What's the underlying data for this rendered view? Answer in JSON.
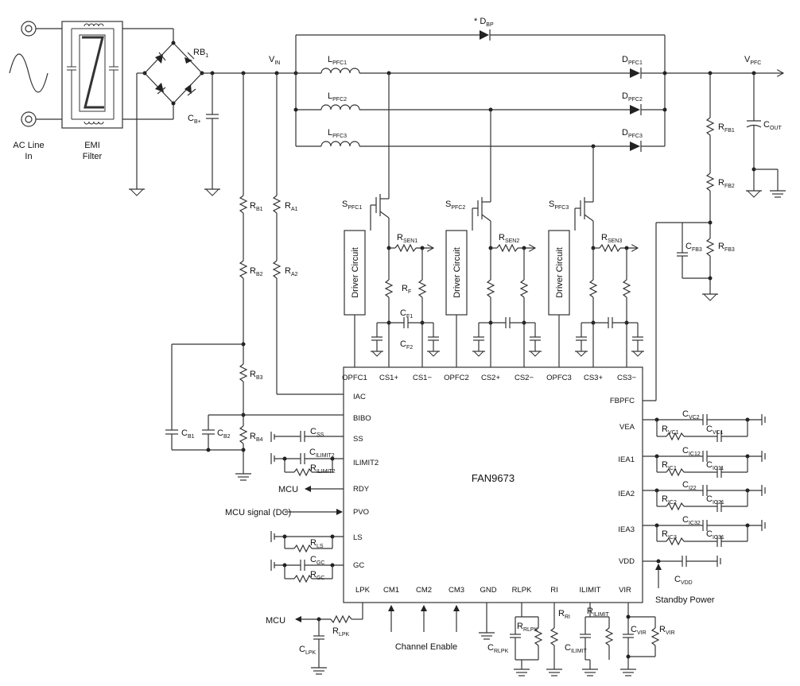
{
  "source": {
    "ac_line_in": [
      "AC Line",
      "In"
    ],
    "emi_filter": [
      "EMI",
      "Filter"
    ]
  },
  "nets": {
    "vin": [
      "V",
      "IN"
    ],
    "vpfc": [
      "V",
      "PFC"
    ]
  },
  "ic": {
    "name": "FAN9673",
    "pins_top": [
      "OPFC1",
      "CS1+",
      "CS1−",
      "OPFC2",
      "CS2+",
      "CS2−",
      "OPFC3",
      "CS3+",
      "CS3−"
    ],
    "pins_left": [
      "IAC",
      "BIBO",
      "SS",
      "ILIMIT2",
      "RDY",
      "PVO",
      "LS",
      "GC"
    ],
    "pins_bottom": [
      "LPK",
      "CM1",
      "CM2",
      "CM3",
      "GND",
      "RLPK",
      "RI",
      "ILIMIT",
      "VIR"
    ],
    "pins_right": [
      "FBPFC",
      "VEA",
      "IEA1",
      "IEA2",
      "IEA3",
      "VDD"
    ]
  },
  "driver_circuit_label": "Driver Circuit",
  "components": {
    "rb1": [
      "RB",
      "1"
    ],
    "cbplus": [
      "C",
      "B+"
    ],
    "dbp": [
      "* D",
      "BP"
    ],
    "lpfc1": [
      "L",
      "PFC1"
    ],
    "lpfc2": [
      "L",
      "PFC2"
    ],
    "lpfc3": [
      "L",
      "PFC3"
    ],
    "dpfc1": [
      "D",
      "PFC1"
    ],
    "dpfc2": [
      "D",
      "PFC2"
    ],
    "dpfc3": [
      "D",
      "PFC3"
    ],
    "spfc1": [
      "S",
      "PFC1"
    ],
    "spfc2": [
      "S",
      "PFC2"
    ],
    "spfc3": [
      "S",
      "PFC3"
    ],
    "rsen1": [
      "R",
      "SEN1"
    ],
    "rsen2": [
      "R",
      "SEN2"
    ],
    "rsen3": [
      "R",
      "SEN3"
    ],
    "rf": [
      "R",
      "F"
    ],
    "cf1": [
      "C",
      "F1"
    ],
    "cf2": [
      "C",
      "F2"
    ],
    "rfb1": [
      "R",
      "FB1"
    ],
    "rfb2": [
      "R",
      "FB2"
    ],
    "rfb3": [
      "R",
      "FB3"
    ],
    "cfb3": [
      "C",
      "FB3"
    ],
    "cout": [
      "C",
      "OUT"
    ],
    "rb1r": [
      "R",
      "B1"
    ],
    "rb2": [
      "R",
      "B2"
    ],
    "rb3": [
      "R",
      "B3"
    ],
    "rb4": [
      "R",
      "B4"
    ],
    "ra1": [
      "R",
      "A1"
    ],
    "ra2": [
      "R",
      "A2"
    ],
    "cb1": [
      "C",
      "B1"
    ],
    "cb2": [
      "C",
      "B2"
    ],
    "css": [
      "C",
      "SS"
    ],
    "cilimit2": [
      "C",
      "ILIMIT2"
    ],
    "rilimit2": [
      "R",
      "ILIMIT2"
    ],
    "rls": [
      "R",
      "LS"
    ],
    "cgc": [
      "C",
      "GC"
    ],
    "rgc": [
      "R",
      "GC"
    ],
    "rlpk": [
      "R",
      "LPK"
    ],
    "clpk": [
      "C",
      "LPK"
    ],
    "crlpk": [
      "C",
      "RLPK"
    ],
    "rrlpk": [
      "R",
      "RLPK"
    ],
    "rri": [
      "R",
      "RI"
    ],
    "rilimit": [
      "R",
      "ILIMIT"
    ],
    "cilimit": [
      "C",
      "ILIMIT"
    ],
    "cvir": [
      "C",
      "VIR"
    ],
    "rvir": [
      "R",
      "VIR"
    ],
    "cvc2": [
      "C",
      "VC2"
    ],
    "rvc1": [
      "R",
      "VC1"
    ],
    "cvc1": [
      "C",
      "VC1"
    ],
    "cic12": [
      "C",
      "IC12"
    ],
    "ric1": [
      "R",
      "IC1"
    ],
    "cic11": [
      "C",
      "IC11"
    ],
    "ci22": [
      "C",
      "I22"
    ],
    "ric2": [
      "R",
      "IC2"
    ],
    "cic21": [
      "C",
      "IC21"
    ],
    "cic32": [
      "C",
      "IC32"
    ],
    "ric3": [
      "R",
      "IC3"
    ],
    "cic31": [
      "C",
      "IC31"
    ],
    "cvdd": [
      "C",
      "VDD"
    ]
  },
  "signals": {
    "mcu_rdy": "MCU",
    "mcu_signal": "MCU signal (DC)",
    "mcu_lpk": "MCU",
    "channel_enable": "Channel Enable",
    "standby_power": "Standby Power"
  }
}
